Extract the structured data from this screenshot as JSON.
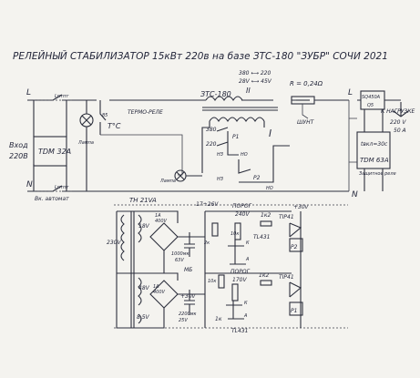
{
  "title": "РЕЛЕЙНЫЙ СТАБИЛИЗАТОР 15кВт 220в на базе ЗТС-180 \"ЗУБР\" СОЧИ 2021",
  "labels": {
    "L_left": "L",
    "N_left": "N",
    "L_right": "L",
    "N_right": "N",
    "input": "Вход",
    "input_v": "220В",
    "breaker_in": "TDM 32A",
    "breaker_caption": "Вк. автомат",
    "lamp_caption": "Лампа",
    "lamp2_caption": "Лампа",
    "thermo_relay": "ТЕРМО-РЕЛЕ",
    "thermo_temp": "Т°С",
    "thermo_num": "85",
    "transformer": "ЗТС-180",
    "winding_2": "II",
    "winding_1": "I",
    "winding_volt_a": "380 ⟷ 220",
    "winding_volt_b": "28V ⟷ 45V",
    "shunt_res": "R = 0,24Ω",
    "shunt": "ШУНТ",
    "ssr": "SQ450A",
    "ssr_cap": "Q5",
    "to_load": "К НАГРУЗКЕ",
    "load_v": "220 V",
    "load_a": "50 A",
    "timer": "tвкл=30с",
    "breaker_out": "TDM 63A",
    "protect_relay": "Защитное реле",
    "relay_p1": "P1",
    "relay_p2": "P2",
    "h3": "НЗ",
    "h0": "НО",
    "v380": "380",
    "v220": "220",
    "tr_small": "ТН 21VA",
    "v230": "230V",
    "v18": "18V",
    "v48": "48V",
    "v85": "8,5V",
    "diode_a": "1A",
    "diode_v": "400V",
    "cap_a": "1000мк",
    "cap_a_v": "63V",
    "cap_b": "2200мк",
    "cap_b_v": "25V",
    "v17_26": "17÷26V",
    "thr1": "ПОРОГ",
    "thr1_v": "240V",
    "thr2": "ПОРОГ",
    "thr2_v": "170V",
    "r1k2_a": "1к2",
    "r1k2_b": "1к2",
    "tip41_a": "TIP41",
    "tip41_b": "TIP41",
    "tl431_a": "TL431",
    "tl431_b": "TL431",
    "v30_a": "+30v",
    "v30_b": "+30v",
    "r10k_a": "10к",
    "r10k_b": "10к",
    "r1k": "1к",
    "r2k": "2к",
    "mb": "МБ",
    "k_a": "К",
    "a_a": "А",
    "k_b": "К",
    "a_b": "А"
  }
}
